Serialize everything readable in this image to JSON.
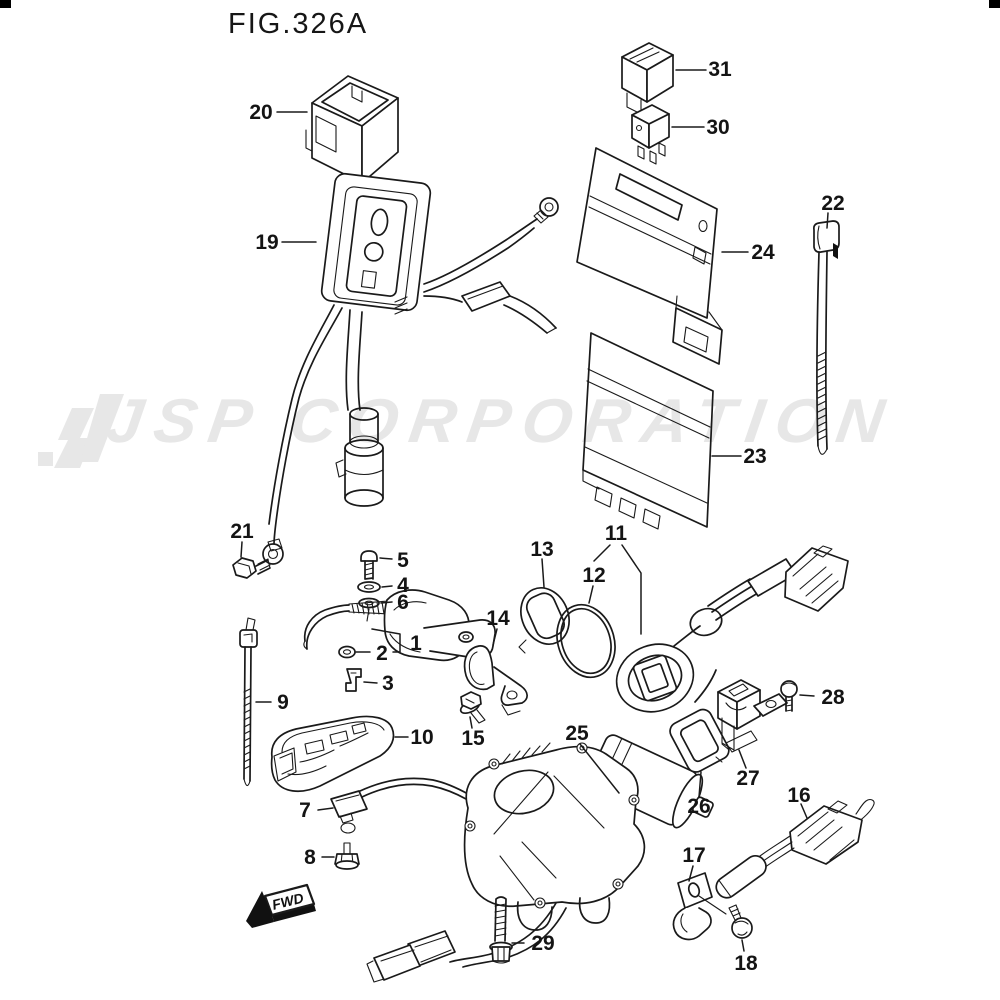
{
  "figure": {
    "title": "FIG.326A"
  },
  "watermark": {
    "text": "JSP CORPORATION",
    "color": "#e7e7e7"
  },
  "fwd": {
    "label": "FWD"
  },
  "colors": {
    "line": "#1a1a1a"
  },
  "parts": {
    "p1": {
      "label": "1"
    },
    "p2": {
      "label": "2"
    },
    "p3": {
      "label": "3"
    },
    "p4": {
      "label": "4"
    },
    "p5": {
      "label": "5"
    },
    "p6": {
      "label": "6"
    },
    "p7": {
      "label": "7"
    },
    "p8": {
      "label": "8"
    },
    "p9": {
      "label": "9"
    },
    "p10": {
      "label": "10"
    },
    "p11": {
      "label": "11"
    },
    "p12": {
      "label": "12"
    },
    "p13": {
      "label": "13"
    },
    "p14": {
      "label": "14"
    },
    "p15": {
      "label": "15"
    },
    "p16": {
      "label": "16"
    },
    "p17": {
      "label": "17"
    },
    "p18": {
      "label": "18"
    },
    "p19": {
      "label": "19"
    },
    "p20": {
      "label": "20"
    },
    "p21": {
      "label": "21"
    },
    "p22": {
      "label": "22"
    },
    "p23": {
      "label": "23"
    },
    "p24": {
      "label": "24"
    },
    "p25": {
      "label": "25"
    },
    "p26": {
      "label": "26"
    },
    "p27": {
      "label": "27"
    },
    "p28": {
      "label": "28"
    },
    "p29": {
      "label": "29"
    },
    "p30": {
      "label": "30"
    },
    "p31": {
      "label": "31"
    }
  }
}
